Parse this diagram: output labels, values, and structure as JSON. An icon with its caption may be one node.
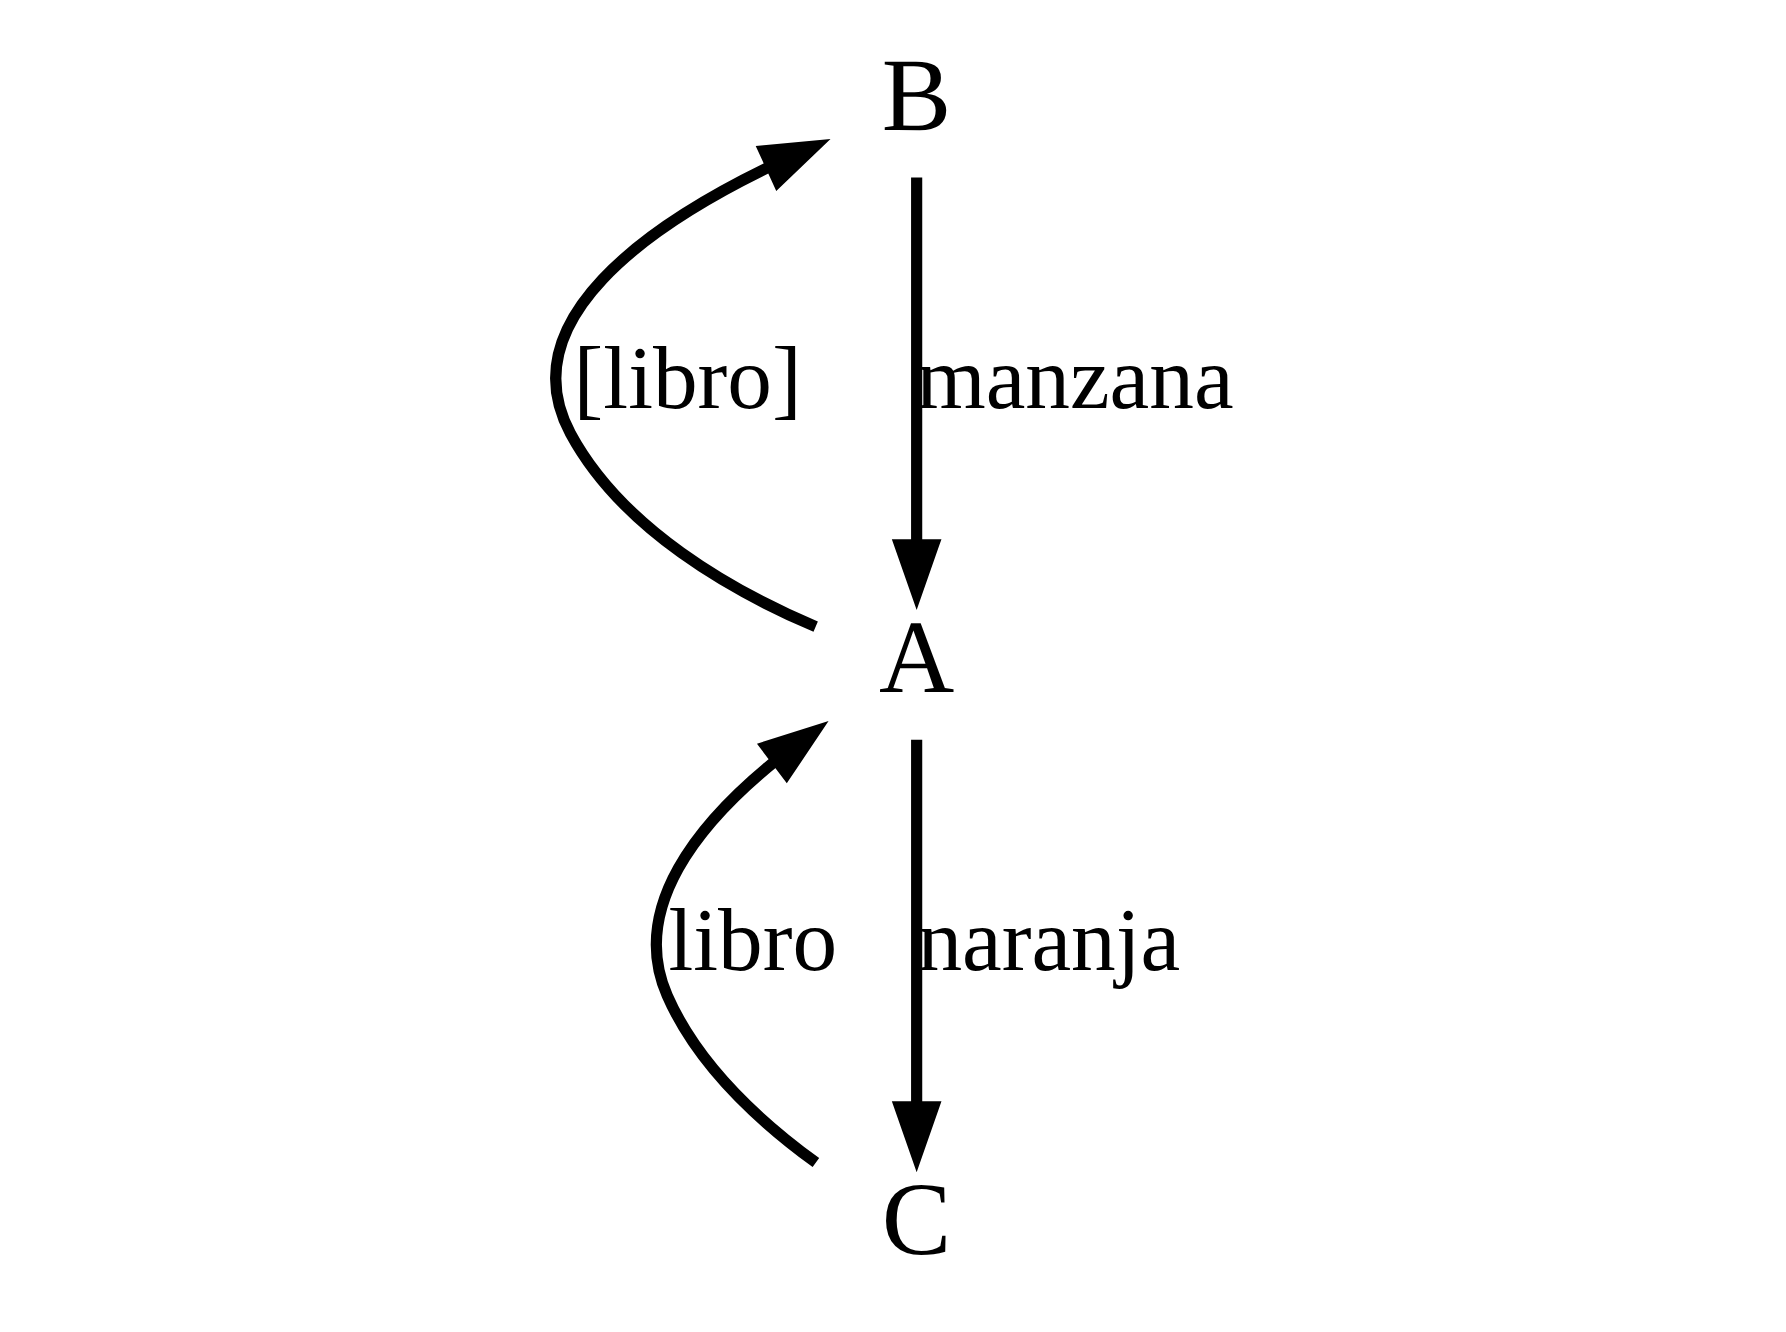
{
  "diagram": {
    "nodes": [
      {
        "text": [
          "C"
        ]
      },
      {
        "text": [
          "A"
        ]
      },
      {
        "text": [
          "B"
        ]
      }
    ],
    "edges": [
      {
        "from": 1,
        "to": 0,
        "arrow": "to",
        "label": "naranja"
      },
      {
        "from": 0,
        "to": 1,
        "arrow": "to",
        "label": "libro"
      },
      {
        "from": 1,
        "to": 2,
        "arrow": "to",
        "label": "[libro]"
      },
      {
        "from": 2,
        "to": 1,
        "arrow": "to",
        "label": "manzana"
      }
    ]
  }
}
